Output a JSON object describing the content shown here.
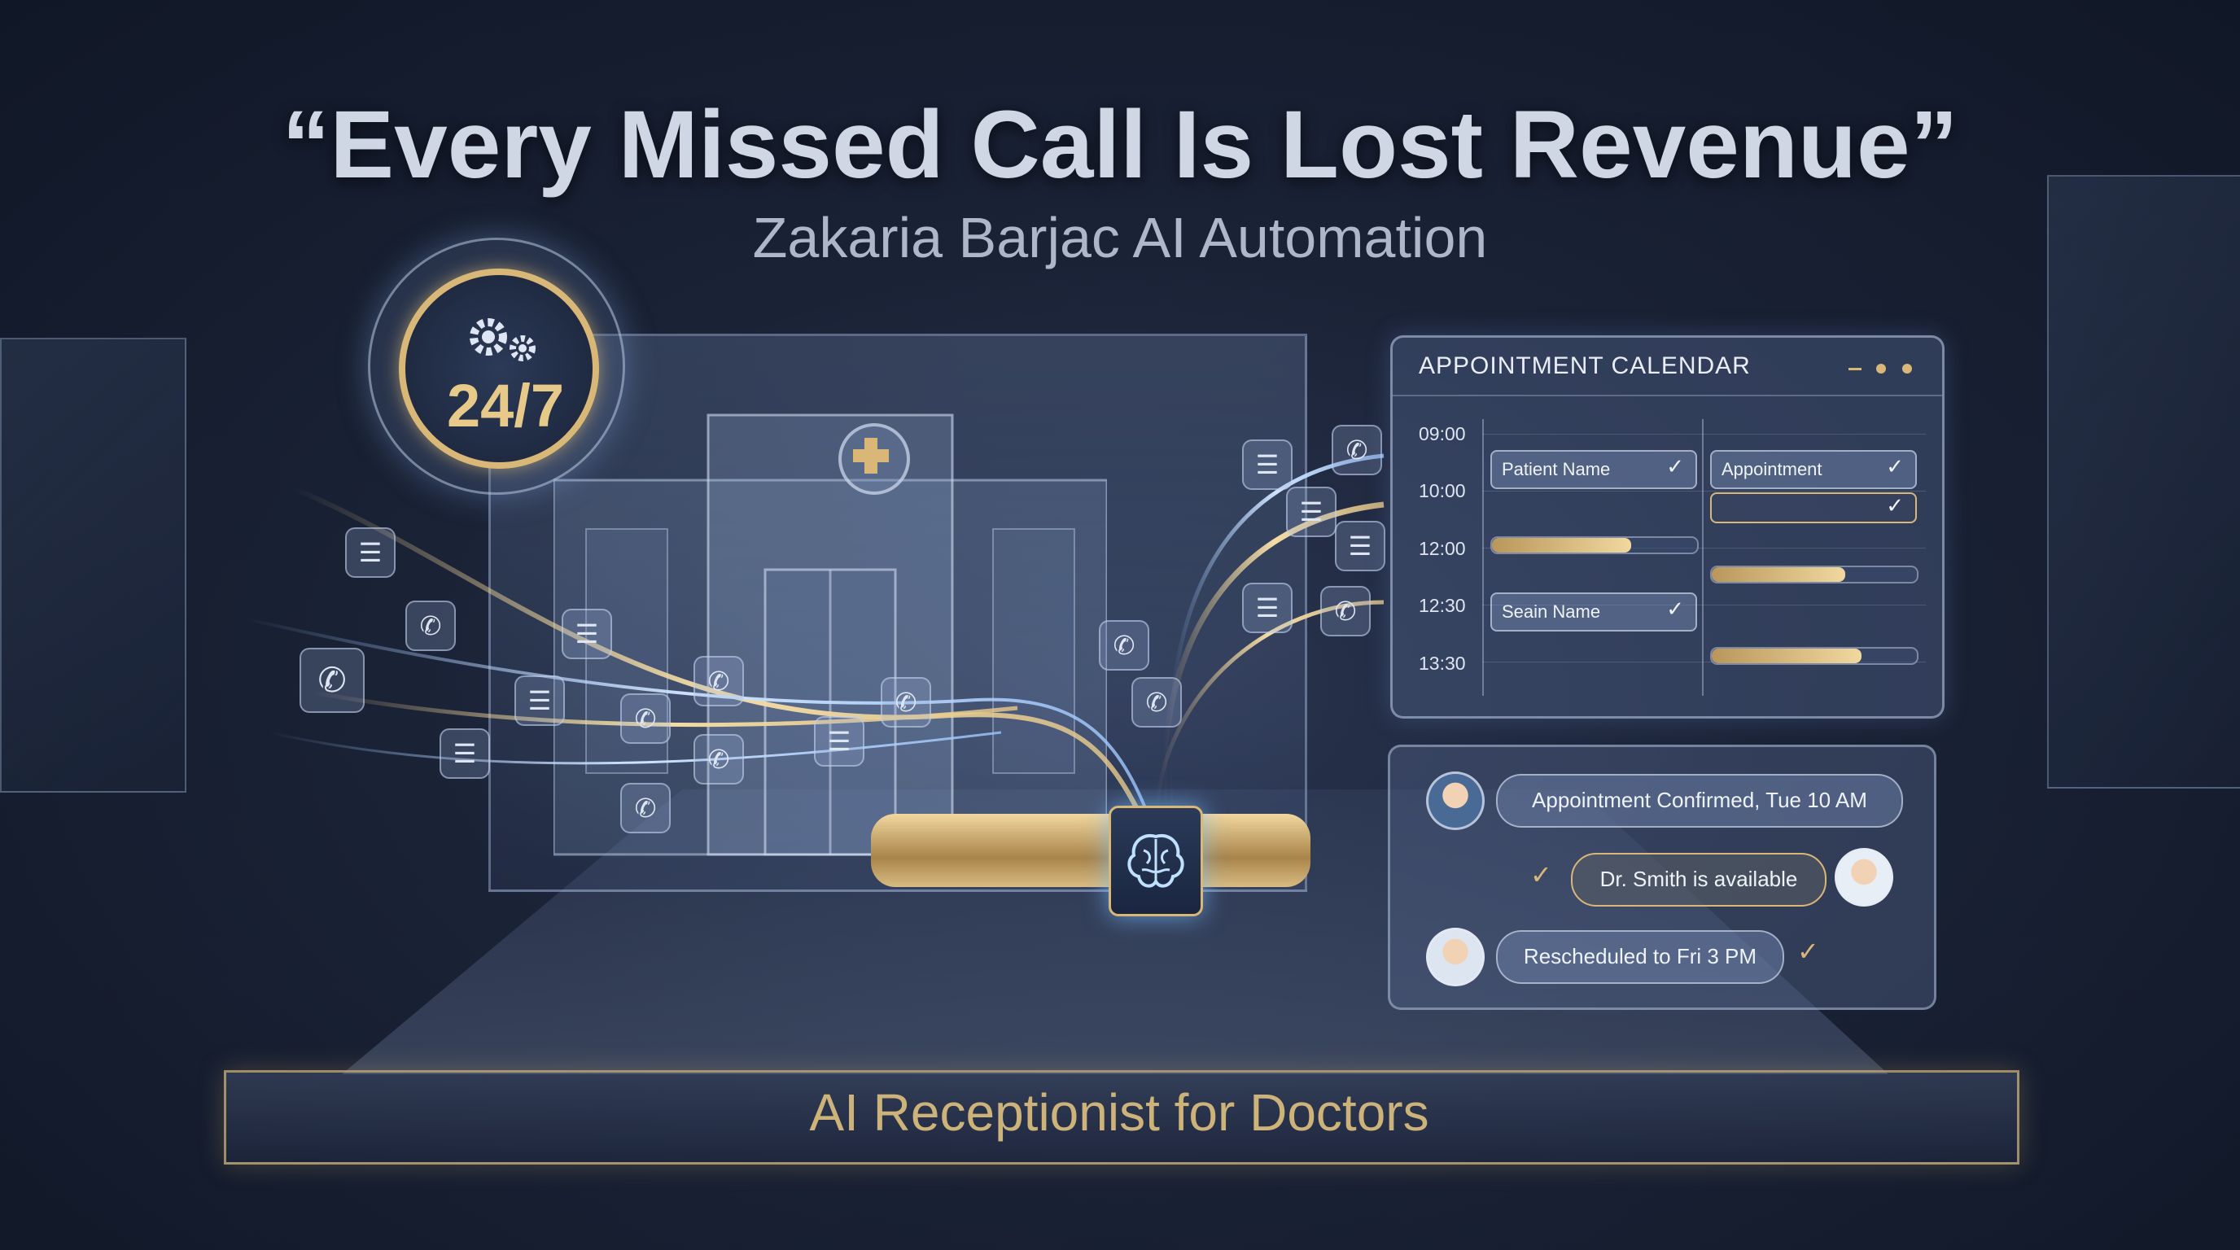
{
  "header": {
    "title": "“Every Missed Call Is Lost Revenue”",
    "subtitle": "Zakaria Barjac AI Automation"
  },
  "badge": {
    "text": "24/7",
    "icon": "gears-icon"
  },
  "platform": {
    "label": "AI Receptionist for Doctors"
  },
  "calendar": {
    "title": "APPOINTMENT CALENDAR",
    "times": [
      "09:00",
      "10:00",
      "12:00",
      "12:30",
      "13:30"
    ],
    "slots": [
      {
        "label": "Patient Name"
      },
      {
        "label": "Appointment"
      },
      {
        "label": "Seain Name"
      }
    ],
    "bars": [
      {
        "fill": 0.68
      },
      {
        "fill": 0.65
      },
      {
        "fill": 0.73
      }
    ]
  },
  "chat": {
    "messages": [
      {
        "text": "Appointment Confirmed, Tue 10 AM"
      },
      {
        "text": "Dr. Smith is available"
      },
      {
        "text": "Rescheduled to Fri 3 PM"
      }
    ]
  },
  "colors": {
    "gold": "#d9b877",
    "background": "#1a2236",
    "glass_edge": "#b4c8eb"
  }
}
